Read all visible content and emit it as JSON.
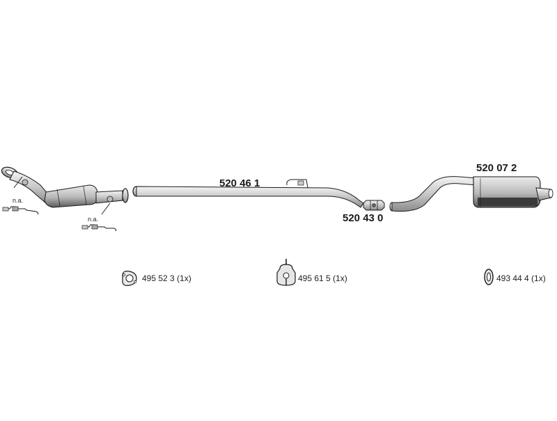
{
  "diagram": {
    "parts": {
      "catalytic_converter": {
        "note_upper": "n.a.",
        "note_lower": "n.a."
      },
      "front_pipe": {
        "number": "520 46 1"
      },
      "connector": {
        "number": "520 43 0"
      },
      "rear_silencer": {
        "number": "520 07 2"
      }
    },
    "accessories": [
      {
        "label": "495 52 3 (1x)",
        "icon": "flange-gasket-icon"
      },
      {
        "label": "495 61 5 (1x)",
        "icon": "rubber-mount-icon"
      },
      {
        "label": "493 44 4 (1x)",
        "icon": "rubber-ring-icon"
      }
    ]
  },
  "colors": {
    "line": "#1a1a1a",
    "fill_light": "#d4d4d4",
    "fill_mid": "#a8a8a8",
    "fill_dark": "#3a3a3a"
  }
}
